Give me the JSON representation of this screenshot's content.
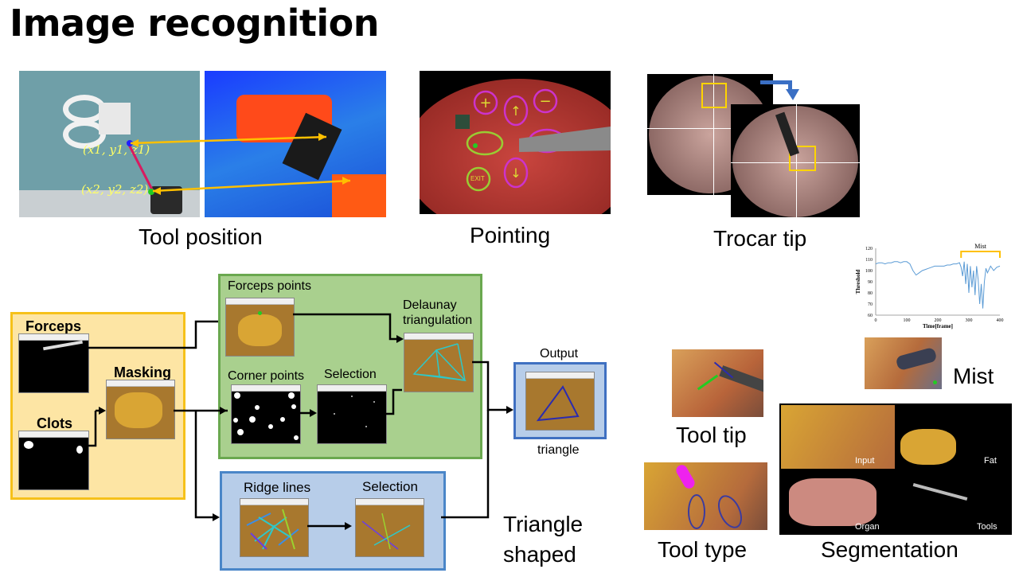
{
  "title": "Image recognition",
  "captions": {
    "tool_position": "Tool position",
    "pointing": "Pointing",
    "trocar_tip": "Trocar tip",
    "tool_tip": "Tool tip",
    "tool_type": "Tool type",
    "segmentation": "Segmentation",
    "mist": "Mist"
  },
  "tool_position": {
    "p1": "(x1, y1, z1)",
    "p2": "(x2, y2, z2)"
  },
  "pointing": {
    "exit_label": "EXIT"
  },
  "pipeline": {
    "forceps": "Forceps",
    "clots": "Clots",
    "masking": "Masking",
    "forceps_points": "Forceps points",
    "corner_points": "Corner points",
    "selection_top": "Selection",
    "delaunay": "Delaunay triangulation",
    "output": "Output",
    "triangle": "triangle",
    "ridge_lines": "Ridge lines",
    "selection_bottom": "Selection",
    "triangle_shaped": "Triangle shaped"
  },
  "segmentation_labels": [
    "Input",
    "Fat",
    "Organ",
    "Tools"
  ],
  "chart_data": {
    "type": "line",
    "title": "Mist",
    "xlabel": "Time[frame]",
    "ylabel": "Threshold",
    "xlim": [
      0,
      400
    ],
    "ylim": [
      60,
      120
    ],
    "xticks": [
      0,
      100,
      200,
      300,
      400
    ],
    "yticks": [
      60,
      70,
      80,
      90,
      100,
      110,
      120
    ],
    "series": [
      {
        "x": [
          0,
          10,
          20,
          30,
          40,
          50,
          60,
          70,
          80,
          90,
          100,
          110,
          120,
          130,
          140,
          150,
          160,
          170,
          180,
          190,
          200,
          210,
          220,
          230,
          240,
          250,
          260,
          270,
          275,
          280,
          285,
          290,
          295,
          300,
          305,
          310,
          315,
          320,
          325,
          330,
          335,
          340,
          345,
          350,
          355,
          360,
          370,
          380,
          390,
          400
        ],
        "values": [
          106,
          107,
          107,
          106,
          107,
          107,
          108,
          108,
          107,
          108,
          108,
          106,
          100,
          96,
          98,
          100,
          101,
          102,
          103,
          104,
          104,
          104,
          104,
          105,
          105,
          106,
          106,
          107,
          103,
          95,
          108,
          88,
          106,
          80,
          104,
          85,
          100,
          78,
          104,
          92,
          70,
          88,
          66,
          90,
          102,
          98,
          104,
          100,
          103,
          104
        ],
        "color": "#5b9bd5"
      }
    ],
    "annotation": {
      "label": "Mist",
      "x_range": [
        275,
        400
      ],
      "color": "#ffc000"
    }
  }
}
